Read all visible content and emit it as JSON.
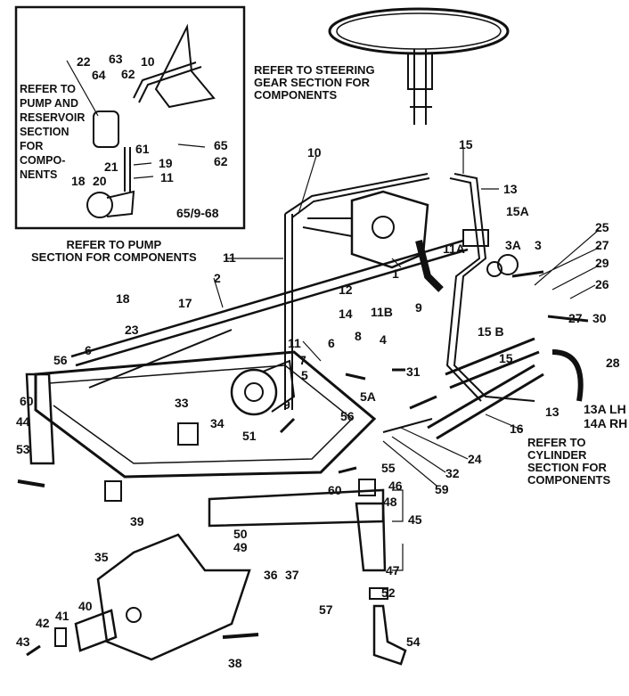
{
  "inset": {
    "note": [
      "REFER TO",
      "PUMP AND",
      "RESERVOIR",
      "SECTION",
      "FOR",
      "COMPO-",
      "NENTS"
    ],
    "code": "65/9-68",
    "callouts": [
      "22",
      "63",
      "64",
      "62",
      "10",
      "61",
      "65",
      "62",
      "19",
      "21",
      "11",
      "18",
      "20"
    ]
  },
  "notes": {
    "steering": [
      "REFER TO STEERING",
      "GEAR SECTION FOR",
      "COMPONENTS"
    ],
    "pump": [
      "REFER TO PUMP",
      "SECTION FOR COMPONENTS"
    ],
    "cylinder": [
      "REFER TO",
      "CYLINDER",
      "SECTION FOR",
      "COMPONENTS"
    ]
  },
  "callouts": [
    "10",
    "15",
    "13",
    "15A",
    "11A",
    "3A",
    "3",
    "25",
    "27",
    "29",
    "26",
    "27",
    "30",
    "15 B",
    "28",
    "15",
    "13A LH",
    "14A RH",
    "13",
    "16",
    "24",
    "32",
    "59",
    "11",
    "18",
    "2",
    "1",
    "12",
    "14",
    "11B",
    "9",
    "17",
    "23",
    "11",
    "56",
    "6",
    "6",
    "8",
    "4",
    "7",
    "5",
    "31",
    "5A",
    "56",
    "9",
    "33",
    "34",
    "60",
    "44",
    "53",
    "51",
    "60",
    "55",
    "46",
    "48",
    "45",
    "50",
    "49",
    "39",
    "35",
    "36",
    "37",
    "47",
    "52",
    "57",
    "54",
    "40",
    "41",
    "42",
    "43",
    "38"
  ]
}
